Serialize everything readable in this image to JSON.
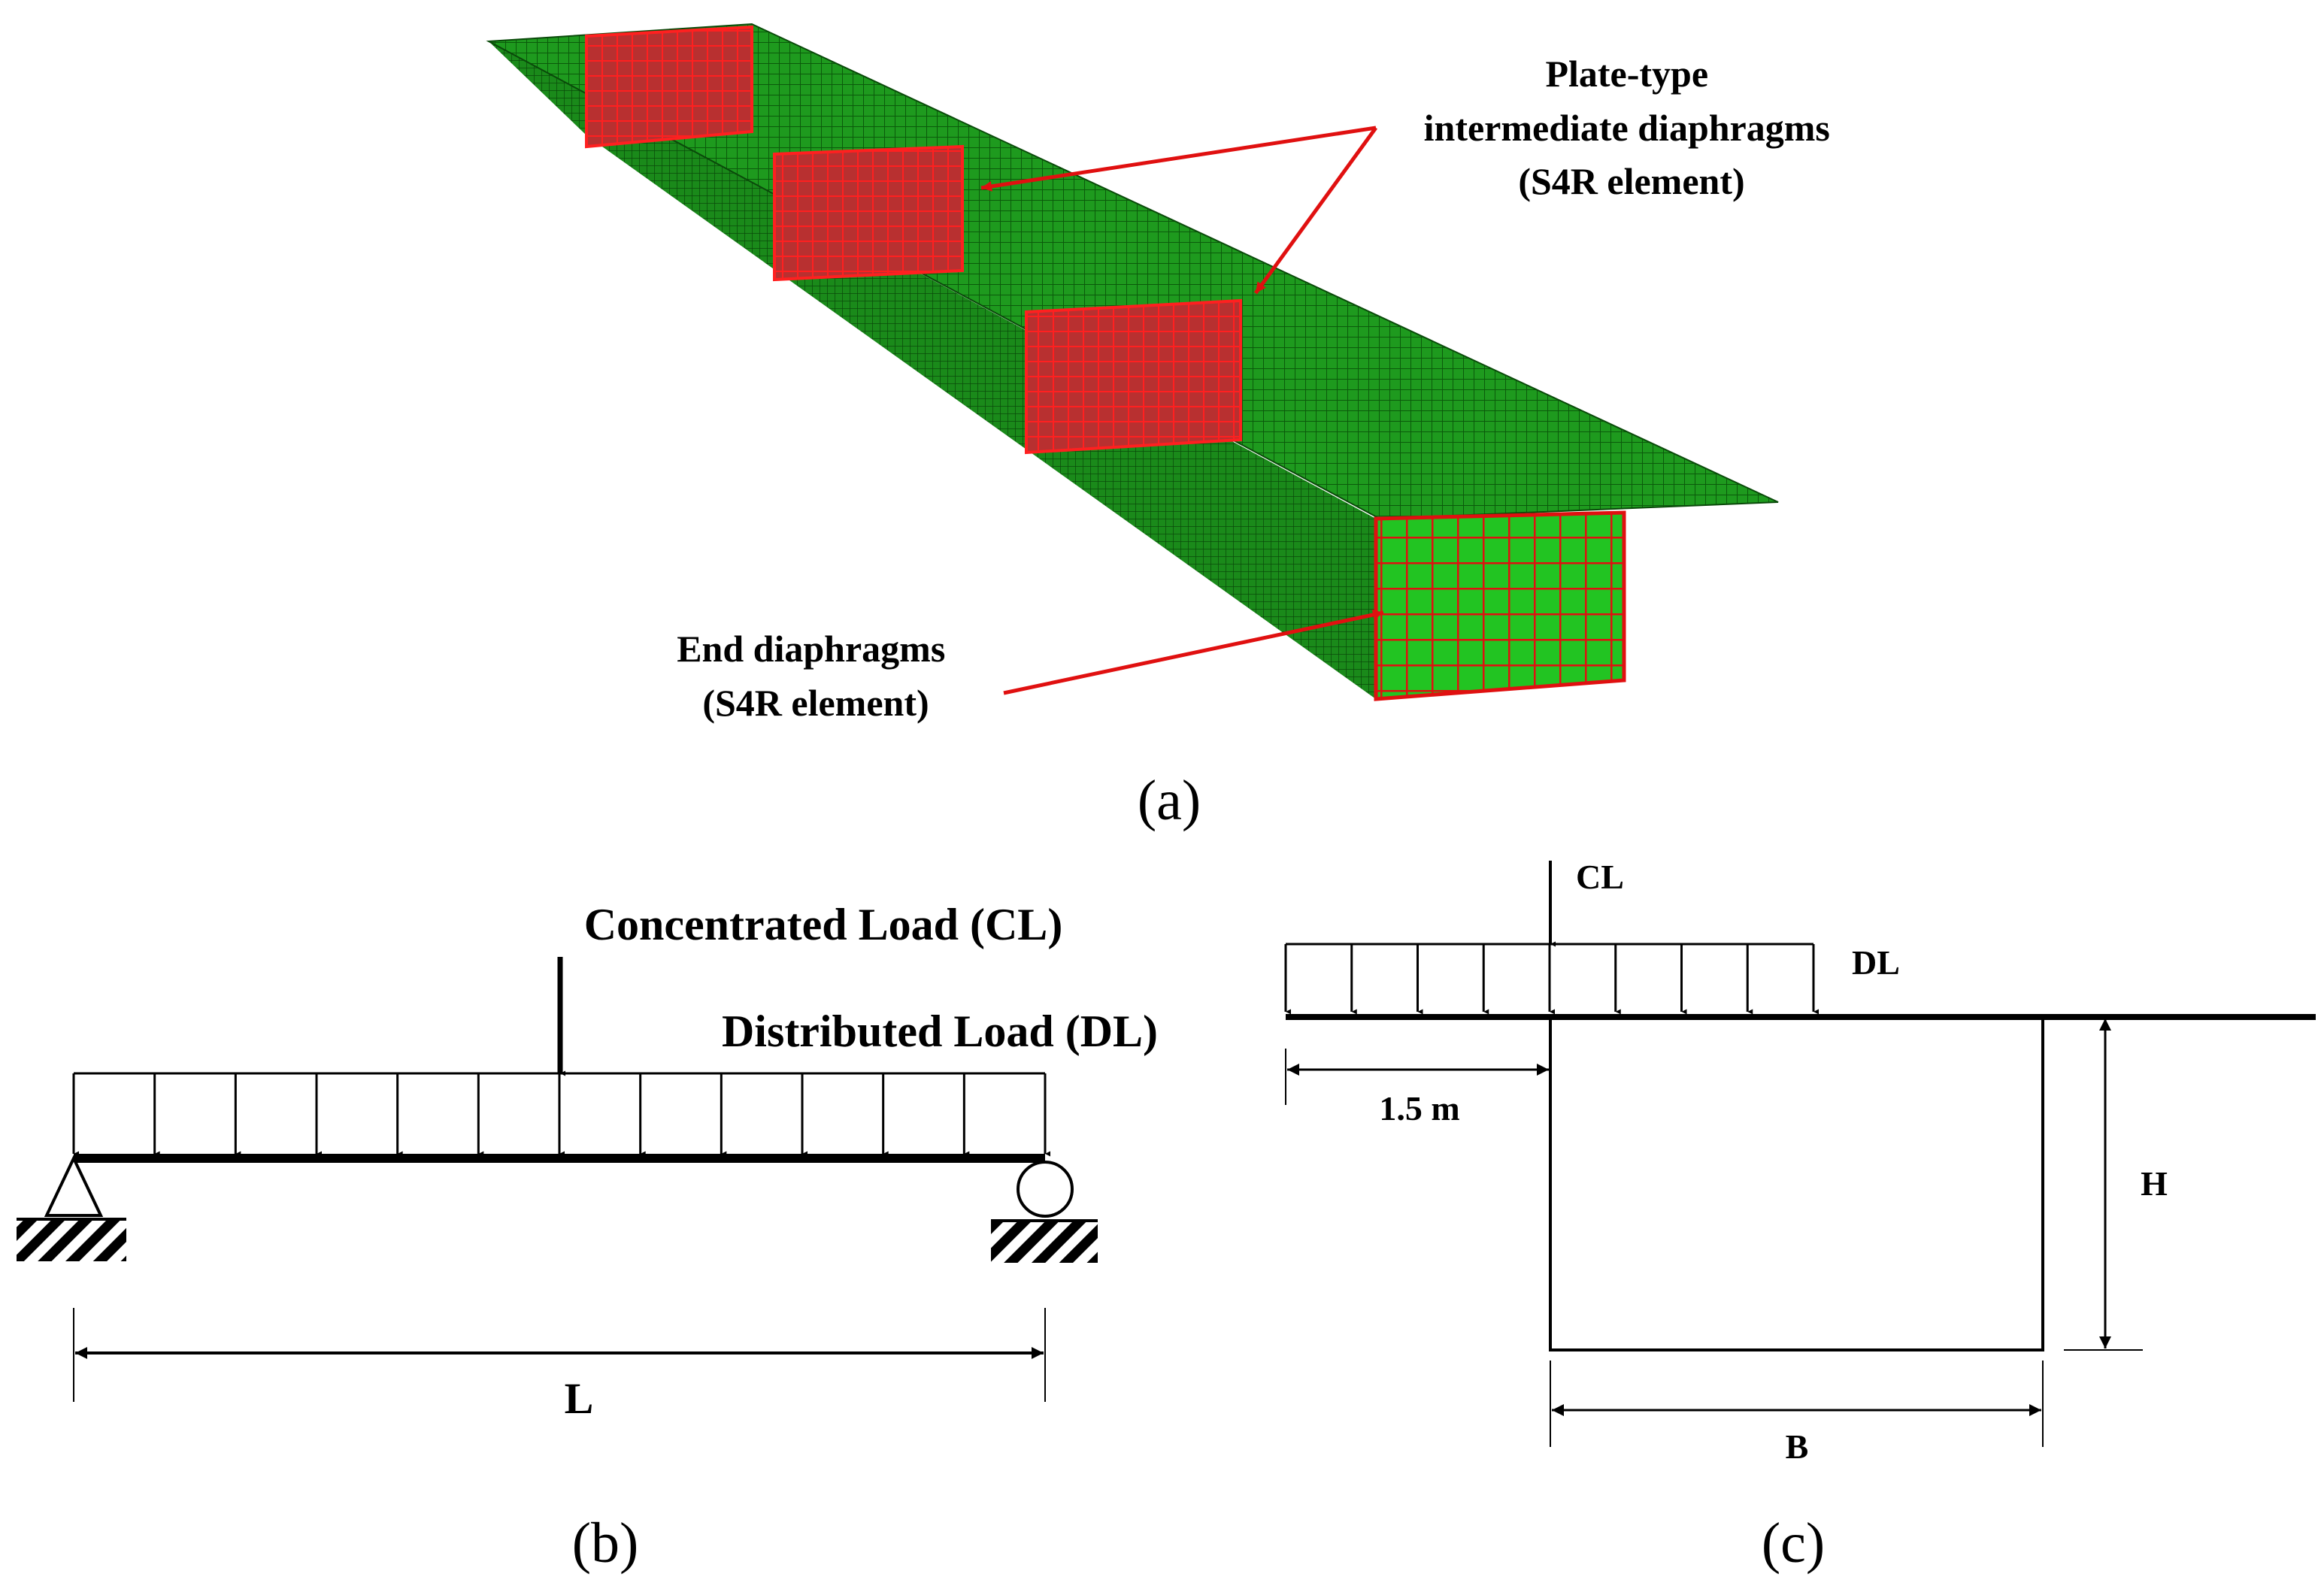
{
  "panel_a": {
    "caption": "(a)",
    "callout_intermediate": [
      "Plate-type",
      "intermediate diaphragms",
      "(S4R element)"
    ],
    "callout_end": [
      "End diaphragms",
      "(S4R element)"
    ],
    "colors": {
      "mesh": "#1a9e1a",
      "mesh_line": "#0a4a0a",
      "diaphragm": "#e01010",
      "leader": "#e01010"
    }
  },
  "panel_b": {
    "caption": "(b)",
    "concentrated_load_label": "Concentrated Load (CL)",
    "distributed_load_label": "Distributed Load (DL)",
    "span_label": "L"
  },
  "panel_c": {
    "caption": "(c)",
    "cl_label": "CL",
    "dl_label": "DL",
    "offset_label": "1.5 m",
    "height_label": "H",
    "width_label": "B"
  }
}
